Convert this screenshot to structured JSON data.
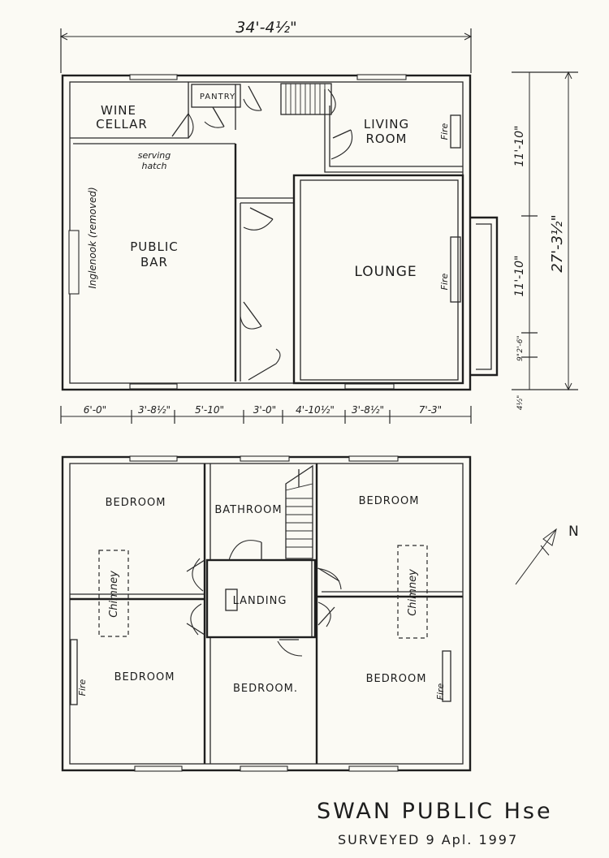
{
  "ground_floor": {
    "overall_width": "34'-4½\"",
    "overall_depth": "27'-3½\"",
    "rooms": {
      "wine_cellar_1": "WINE",
      "wine_cellar_2": "CELLAR",
      "pantry": "PANTRY",
      "living_room_1": "LIVING",
      "living_room_2": "ROOM",
      "public_bar_1": "PUBLIC",
      "public_bar_2": "BAR",
      "lounge": "LOUNGE"
    },
    "notes": {
      "serving_hatch_1": "serving",
      "serving_hatch_2": "hatch",
      "inglenook": "Inglenook (removed)",
      "fire_living": "Fire",
      "fire_lounge": "Fire"
    },
    "width_dimensions": [
      "6'-0\"",
      "3'-8½\"",
      "5'-10\"",
      "3'-0\"",
      "4'-10½\"",
      "3'-8½\"",
      "7'-3\""
    ],
    "depth_dimensions": [
      "11'-10\"",
      "11'-10\"",
      "9\"",
      "2'-6\"",
      "4½\""
    ]
  },
  "first_floor": {
    "rooms": {
      "bedroom_nw": "BEDROOM",
      "bathroom": "BATHROOM",
      "bedroom_ne": "BEDROOM",
      "landing": "LANDING",
      "bedroom_sw": "BEDROOM",
      "bedroom_s": "BEDROOM.",
      "bedroom_se": "BEDROOM"
    },
    "notes": {
      "chimney_left": "Chimney",
      "chimney_right": "Chimney",
      "fire_left": "Fire",
      "fire_right": "Fire"
    }
  },
  "north_arrow": "N",
  "title": {
    "main": "SWAN PUBLIC Hse",
    "surveyed": "SURVEYED  9 Apl. 1997"
  }
}
